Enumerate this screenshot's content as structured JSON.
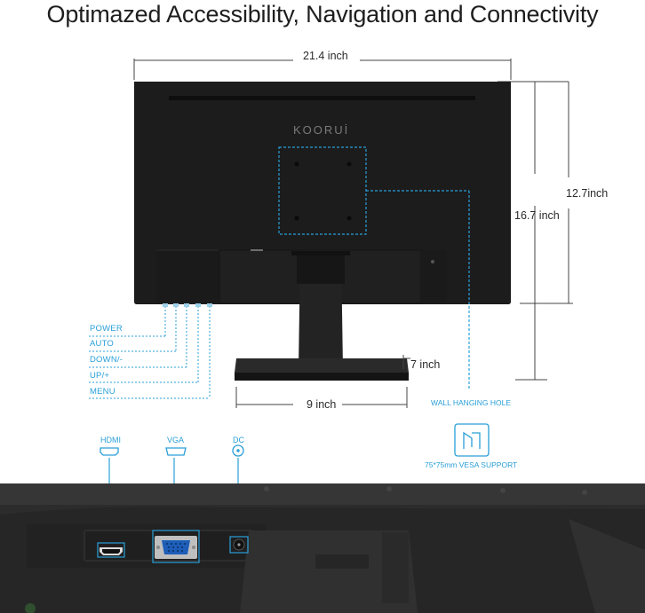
{
  "title": "Optimazed Accessibility, Navigation and Connectivity",
  "brand": "KOORUİ",
  "dimensions": {
    "width": "21.4 inch",
    "panel_height": "12.7inch",
    "total_height": "16.7 inch",
    "base_width": "9 inch",
    "base_depth": "7 inch"
  },
  "buttons": [
    "POWER",
    "AUTO",
    "DOWN/-",
    "UP/+",
    "MENU"
  ],
  "wall_label": "WALL HANGING HOLE",
  "vesa_label": "75*75mm VESA SUPPORT",
  "ports": [
    "HDMI",
    "VGA",
    "DC"
  ],
  "colors": {
    "accent": "#2a9fd8",
    "monitor": "#1c1c1c",
    "text": "#1e1e1e"
  }
}
